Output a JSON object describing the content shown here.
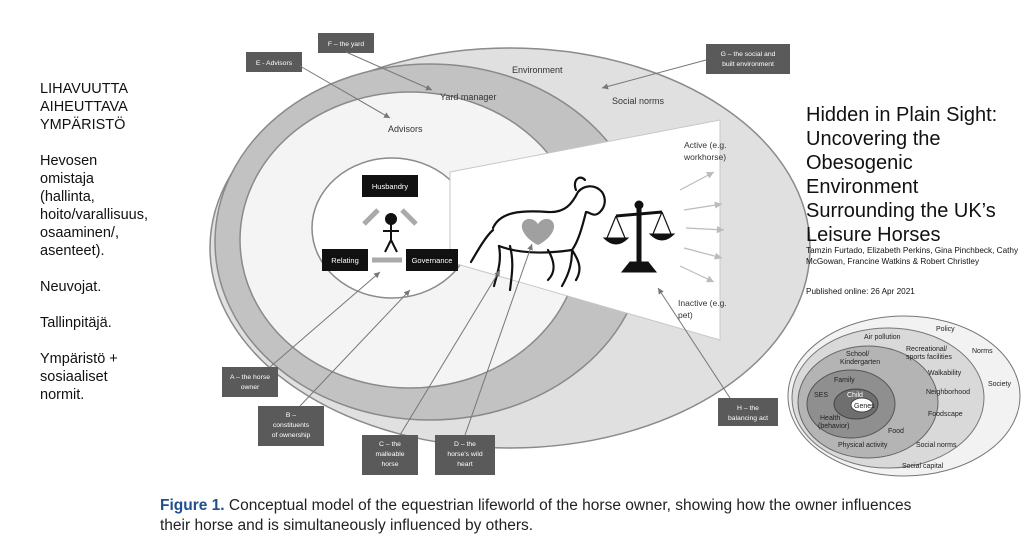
{
  "left_notes": [
    "LIHAVUUTTA\nAIHEUTTAVA\nYMPÄRISTÖ",
    "Hevosen\nomistaja\n(hallinta,\nhoito/varallisuus,\nosaaminen/,\nasenteet).",
    "Neuvojat.",
    "Tallinpitäjä.",
    "Ympäristö +\nsosiaaliset\nnormit."
  ],
  "paper": {
    "title": "Hidden in Plain Sight: Uncovering the Obesogenic Environment Surrounding the UK’s Leisure Horses",
    "authors": "Tamzin Furtado, Elizabeth Perkins, Gina Pinchbeck, Cathy McGowan, Francine Watkins & Robert Christley",
    "published": "Published online: 26 Apr 2021"
  },
  "figure": {
    "ring_labels": {
      "environment": "Environment",
      "social_norms": "Social norms",
      "yard_manager": "Yard manager",
      "advisors": "Advisors"
    },
    "boxes": {
      "husbandry": "Husbandry",
      "relating": "Relating",
      "governance": "Governance"
    },
    "callouts": {
      "e": "E - Advisors",
      "f": "F – the yard",
      "g": "G – the social and built environment",
      "a": "A – the horse owner",
      "b": "B – constituents of ownership",
      "c": "C – the malleable horse",
      "d": "D – the horse's wild heart",
      "h": "H – the balancing act"
    },
    "activity": {
      "active": "Active (e.g. workhorse)",
      "inactive": "Inactive (e.g. pet)"
    }
  },
  "caption": {
    "label": "Figure 1.",
    "text": " Conceptual model of the equestrian lifeworld of the horse owner, showing how the owner influences their horse and is simultaneously influenced by others."
  },
  "ecological_model": {
    "labels": {
      "policy": "Policy",
      "air_pollution": "Air pollution",
      "norms": "Norms",
      "recreational": "Recreational/ sports facilities",
      "school": "School/ Kindergarten",
      "society": "Society",
      "walkability": "Walkability",
      "family": "Family",
      "neighborhood": "Neighborhood",
      "ses": "SES",
      "child": "Child",
      "genes": "Genes",
      "foodscape": "Foodscape",
      "health": "Health (behavior)",
      "food": "Food",
      "physical_activity": "Physical activity",
      "social_norms": "Social norms",
      "social_capital": "Social capital"
    }
  }
}
